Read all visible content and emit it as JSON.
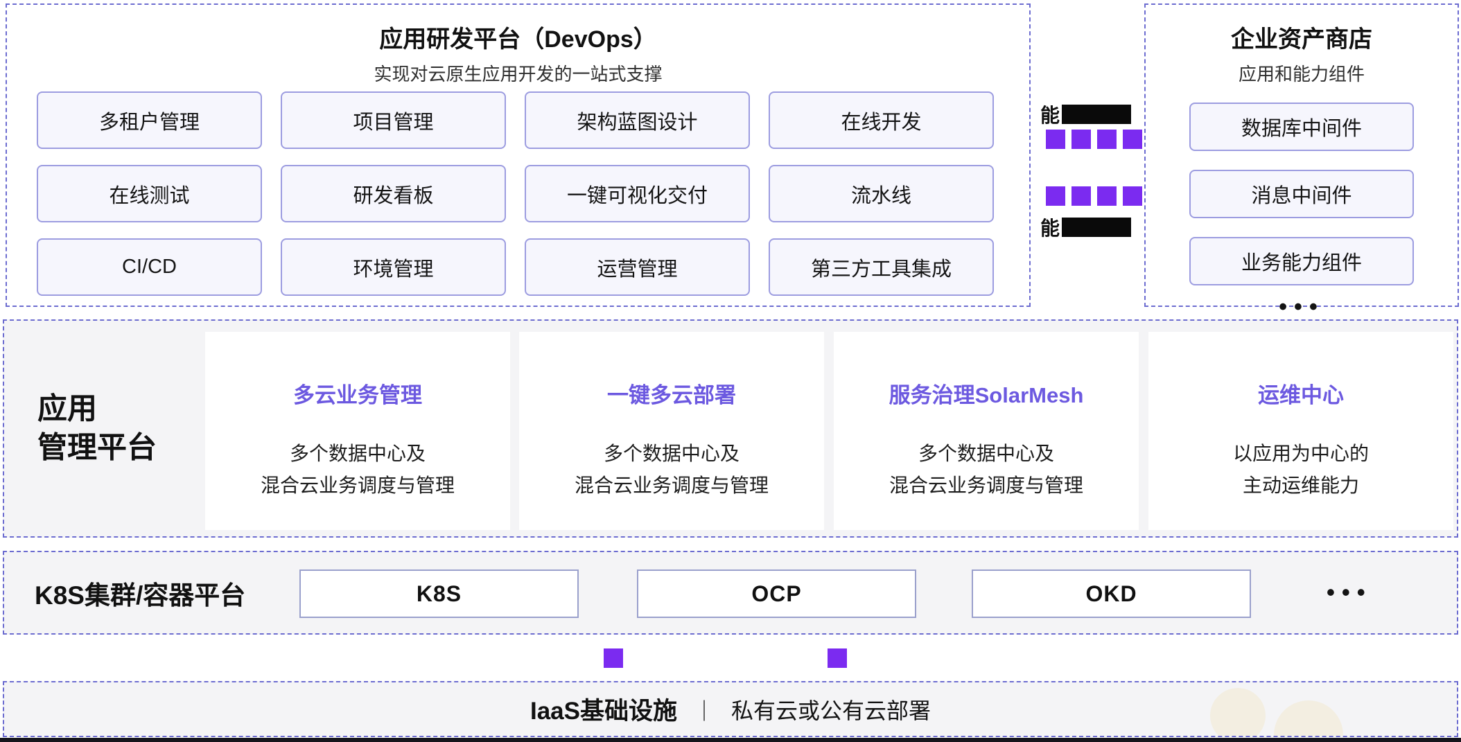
{
  "devops_platform": {
    "title": "应用研发平台（DevOps）",
    "subtitle": "实现对云原生应用开发的一站式支撑",
    "items": [
      "多租户管理",
      "项目管理",
      "架构蓝图设计",
      "在线开发",
      "在线测试",
      "研发看板",
      "一键可视化交付",
      "流水线",
      "CI/CD",
      "环境管理",
      "运营管理",
      "第三方工具集成"
    ]
  },
  "capability_flow": {
    "top_label_prefix": "能",
    "bottom_label_prefix": "能"
  },
  "asset_store": {
    "title": "企业资产商店",
    "subtitle": "应用和能力组件",
    "items": [
      "数据库中间件",
      "消息中间件",
      "业务能力组件"
    ],
    "ellipsis": "•••"
  },
  "app_management": {
    "label_line1": "应用",
    "label_line2": "管理平台",
    "cards": [
      {
        "title": "多云业务管理",
        "desc_line1": "多个数据中心及",
        "desc_line2": "混合云业务调度与管理"
      },
      {
        "title": "一键多云部署",
        "desc_line1": "多个数据中心及",
        "desc_line2": "混合云业务调度与管理"
      },
      {
        "title": "服务治理SolarMesh",
        "desc_line1": "多个数据中心及",
        "desc_line2": "混合云业务调度与管理"
      },
      {
        "title": "运维中心",
        "desc_line1": "以应用为中心的",
        "desc_line2": "主动运维能力"
      }
    ]
  },
  "container_platform": {
    "label": "K8S集群/容器平台",
    "items": [
      "K8S",
      "OCP",
      "OKD"
    ],
    "ellipsis": "•••"
  },
  "iaas": {
    "title": "IaaS基础设施",
    "separator": "｜",
    "subtitle": "私有云或公有云部署"
  },
  "colors": {
    "accent_purple": "#6c59e0",
    "dashed_border": "#6c6cd0",
    "arrow_purple": "#7b2bf0",
    "band_background": "#f4f4f6"
  }
}
